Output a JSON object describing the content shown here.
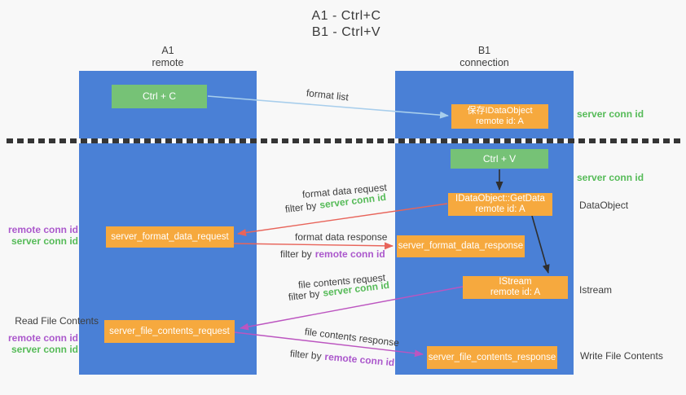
{
  "title": {
    "line1": "A1 - Ctrl+C",
    "line2": "B1 - Ctrl+V"
  },
  "lifelines": {
    "left": {
      "name": "A1",
      "role": "remote"
    },
    "right": {
      "name": "B1",
      "role": "connection"
    }
  },
  "nodes": {
    "ctrl_c": "Ctrl + C",
    "save_idataobject": {
      "line1": "保存IDataObject",
      "line2": "remote id: A"
    },
    "ctrl_v": "Ctrl + V",
    "getdata": {
      "line1": "IDataObject::GetData",
      "line2": "remote id: A"
    },
    "format_request": "server_format_data_request",
    "format_response": "server_format_data_response",
    "istream": {
      "line1": "IStream",
      "line2": "remote id: A"
    },
    "file_request": "server_file_contents_request",
    "file_response": "server_file_contents_response"
  },
  "labels": {
    "format_list": "format list",
    "format_data_request": "format data request",
    "format_data_response": "format data response",
    "file_contents_request": "file contents request",
    "file_contents_response": "file contents response",
    "filter_by": "filter by",
    "server_conn_id": "server conn id",
    "remote_conn_id": "remote conn id",
    "dataobject": "DataObject",
    "istream": "Istream",
    "read_file_contents": "Read File Contents",
    "write_file_contents": "Write File Contents"
  },
  "colors": {
    "lifeline_blue": "#4A80D6",
    "node_green": "#76C276",
    "node_orange": "#F6A93E",
    "arrow_red": "#E8645A",
    "arrow_purple": "#BC55C0",
    "arrow_light_blue": "#A8CEEC",
    "arrow_black": "#2E2E2E",
    "label_green": "#56BB58",
    "label_purple": "#AB58CC",
    "text_dark": "#3D3D3D"
  }
}
